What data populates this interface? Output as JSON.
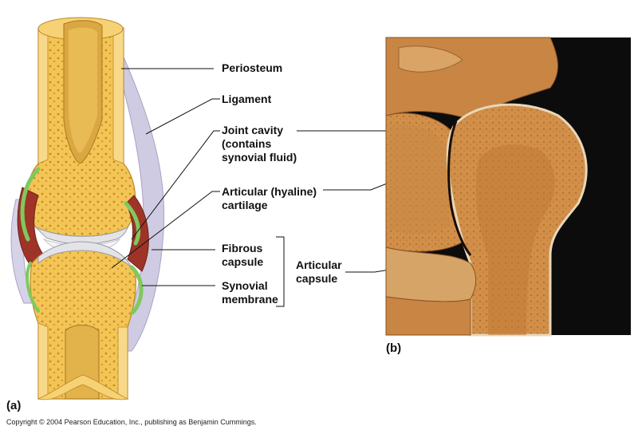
{
  "labels": {
    "periosteum": "Periosteum",
    "ligament": "Ligament",
    "joint_cavity": "Joint cavity\n(contains\nsynovial fluid)",
    "articular_cartilage": "Articular (hyaline)\ncartilage",
    "fibrous_capsule": "Fibrous\ncapsule",
    "synovial_membrane": "Synovial\nmembrane",
    "articular_capsule": "Articular\ncapsule"
  },
  "panels": {
    "a": "(a)",
    "b": "(b)"
  },
  "copyright": "Copyright © 2004 Pearson Education, Inc., publishing as Benjamin Cummings.",
  "colors": {
    "bone": "#f2c14e",
    "bone_light": "#f8dd92",
    "marrow_dots": "#c98d1e",
    "cartilage": "#e7e7ea",
    "synovial": "#8fd16b",
    "capsule": "#a23a2c",
    "ligament": "#c6c2dc",
    "photo_bg": "#0c0c0c",
    "photo_bone": "#cf8f49"
  }
}
